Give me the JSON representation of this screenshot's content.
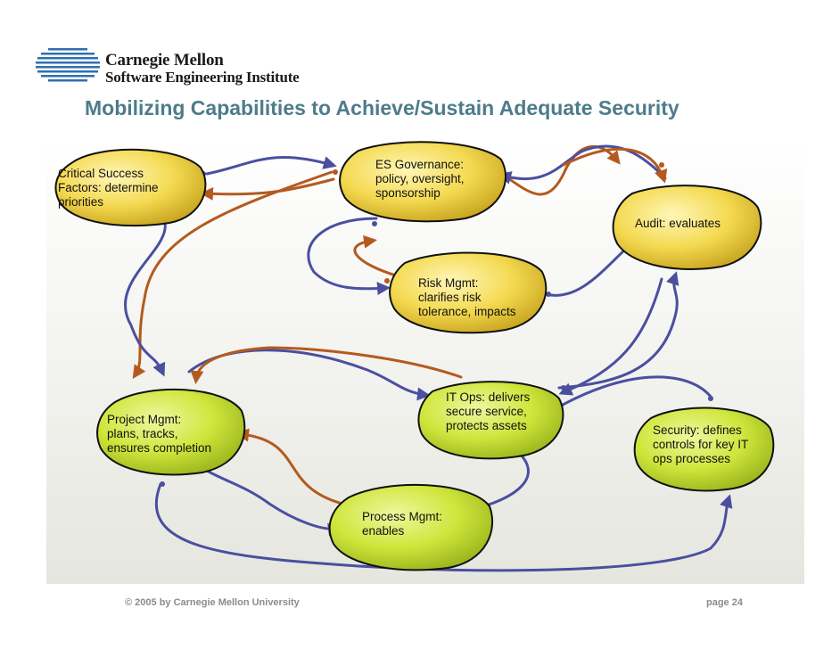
{
  "header": {
    "org_line1": "Carnegie Mellon",
    "org_line2": "Software Engineering Institute"
  },
  "title": "Mobilizing Capabilities to Achieve/Sustain Adequate Security",
  "nodes": {
    "csf": [
      "Critical Success",
      "Factors: determine",
      "priorities"
    ],
    "governance": [
      "ES Governance:",
      "policy, oversight,",
      "sponsorship"
    ],
    "audit": [
      "Audit: evaluates"
    ],
    "risk": [
      "Risk Mgmt:",
      "clarifies risk",
      "tolerance, impacts"
    ],
    "itops": [
      "IT Ops: delivers",
      "secure service,",
      "protects assets"
    ],
    "project": [
      "Project Mgmt:",
      "plans, tracks,",
      "ensures completion"
    ],
    "security": [
      "Security: defines",
      "controls for key IT",
      "ops processes"
    ],
    "process": [
      "Process Mgmt:",
      "enables"
    ]
  },
  "colors": {
    "title": "#4d7c8a",
    "node_yellow": "#f2d64b",
    "node_green": "#cde63a",
    "arrow_blue": "#4a4fa0",
    "arrow_brown": "#b45a1e",
    "footer": "#8c8c8c"
  },
  "footer": {
    "copyright": "© 2005 by Carnegie Mellon University",
    "page": "page 24"
  }
}
